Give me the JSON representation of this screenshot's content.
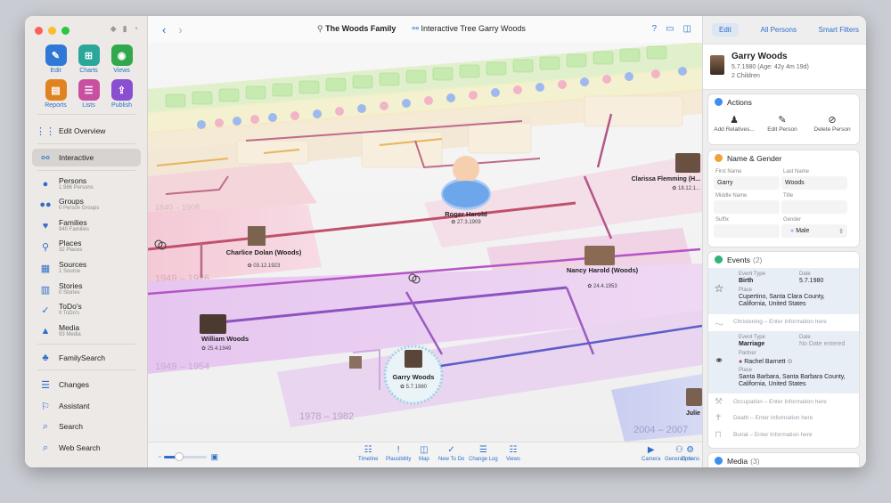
{
  "app": {
    "window_title": "The Woods Family",
    "view_title": "Interactive Tree Garry Woods"
  },
  "sidebar": {
    "tiles": [
      {
        "label": "Edit",
        "icon": "pencil-icon",
        "color": "#2f78d6"
      },
      {
        "label": "Charts",
        "icon": "chart-tree-icon",
        "color": "#2aa69a"
      },
      {
        "label": "Views",
        "icon": "eye-icon",
        "color": "#31a84c"
      },
      {
        "label": "Reports",
        "icon": "report-icon",
        "color": "#e0821f"
      },
      {
        "label": "Lists",
        "icon": "list-icon",
        "color": "#c94fa0"
      },
      {
        "label": "Publish",
        "icon": "publish-icon",
        "color": "#8a4fd0"
      }
    ],
    "items": [
      {
        "label": "Edit Overview",
        "sub": ""
      },
      {
        "label": "Interactive",
        "sub": ""
      },
      {
        "label": "Persons",
        "sub": "1.986 Persons"
      },
      {
        "label": "Groups",
        "sub": "0 Person Groups"
      },
      {
        "label": "Families",
        "sub": "940 Families"
      },
      {
        "label": "Places",
        "sub": "32 Places"
      },
      {
        "label": "Sources",
        "sub": "1 Source"
      },
      {
        "label": "Stories",
        "sub": "0 Stories"
      },
      {
        "label": "ToDo's",
        "sub": "0 ToDo's"
      },
      {
        "label": "Media",
        "sub": "93 Media"
      },
      {
        "label": "FamilySearch",
        "sub": ""
      },
      {
        "label": "Changes",
        "sub": ""
      },
      {
        "label": "Assistant",
        "sub": ""
      },
      {
        "label": "Search",
        "sub": ""
      },
      {
        "label": "Web Search",
        "sub": ""
      }
    ]
  },
  "tree": {
    "persons": [
      {
        "name": "Roger Harold",
        "date": "✿ 27.3.1909"
      },
      {
        "name": "Charlice Dolan (Woods)",
        "date": "✿ 03.12.1923"
      },
      {
        "name": "Nancy Harold (Woods)",
        "date": "✿ 24.4.1953"
      },
      {
        "name": "William Woods",
        "date": "✿ 25.4.1949"
      },
      {
        "name": "Garry Woods",
        "date": "✿ 5.7.1980"
      },
      {
        "name": "Clarissa Flemming (H...",
        "date": "✿ 18.12.1..."
      },
      {
        "name": "Julie",
        "date": ""
      }
    ],
    "period_labels": [
      "1949 – 1954",
      "1949 – 1926",
      "1978 – 1982",
      "2004 – 2007",
      "1840 – 1908"
    ]
  },
  "bottom_tools": {
    "center": [
      "Timeline",
      "Plausibility",
      "Map",
      "New To Do",
      "Change Log",
      "Views"
    ],
    "right": [
      "Camera",
      "Generations",
      "Options"
    ],
    "zoom_fraction": 0.35
  },
  "inspector": {
    "tabs": [
      "Edit",
      "All Persons",
      "Smart Filters"
    ],
    "person": {
      "name": "Garry Woods",
      "details": "5.7.1980 (Age: 42y 4m 19d)",
      "children": "2 Children"
    },
    "actions": {
      "title": "Actions",
      "items": [
        "Add Relatives...",
        "Edit Person",
        "Delete Person"
      ]
    },
    "name_gender": {
      "title": "Name & Gender",
      "first_name_label": "First Name",
      "first_name": "Garry",
      "last_name_label": "Last Name",
      "last_name": "Woods",
      "middle_name_label": "Middle Name",
      "middle_name": "",
      "title_label": "Title",
      "title_value": "",
      "suffix_label": "Suffix",
      "suffix": "",
      "gender_label": "Gender",
      "gender": "Male"
    },
    "events": {
      "title": "Events",
      "count": "(2)",
      "birth": {
        "type_label": "Event Type",
        "type": "Birth",
        "date_label": "Date",
        "date": "5.7.1980",
        "place_label": "Place",
        "place": "Cupertino, Santa Clara County, California, United States"
      },
      "christening_placeholder": "Christening – Enter Information here",
      "marriage": {
        "type_label": "Event Type",
        "type": "Marriage",
        "date_label": "Date",
        "date": "No Date entered",
        "partner_label": "Partner",
        "partner": "Rachel Barnett",
        "place_label": "Place",
        "place": "Santa Barbara, Santa Barbara County, California, United States"
      },
      "occupation_placeholder": "Occupation – Enter Information here",
      "death_placeholder": "Death – Enter Information here",
      "burial_placeholder": "Burial – Enter Information here"
    },
    "media": {
      "title": "Media",
      "count": "(3)"
    }
  }
}
